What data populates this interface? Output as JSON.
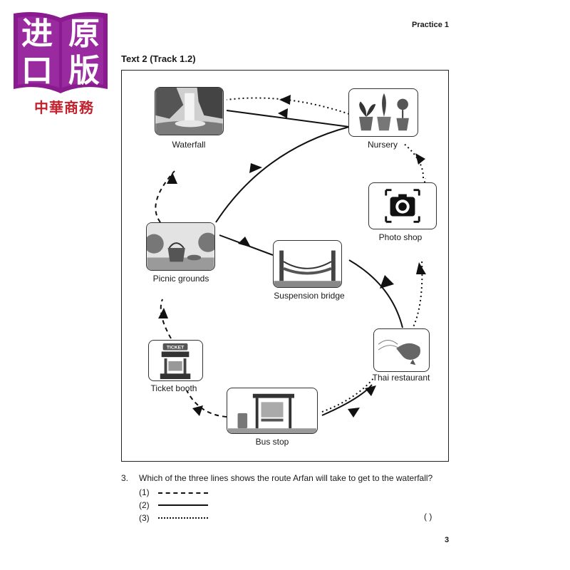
{
  "watermark": {
    "chars": [
      "进",
      "原",
      "口",
      "版"
    ],
    "subtitle": "中華商務"
  },
  "header": {
    "practice_label": "Practice 1",
    "section_title": "Text 2 (Track 1.2)"
  },
  "map": {
    "places": {
      "waterfall": "Waterfall",
      "nursery": "Nursery",
      "photo_shop": "Photo shop",
      "picnic_grounds": "Picnic grounds",
      "suspension_bridge": "Suspension bridge",
      "thai_restaurant": "Thai restaurant",
      "ticket_booth": "Ticket booth",
      "bus_stop": "Bus stop"
    },
    "ticket_sign": "TICKET"
  },
  "question": {
    "number": "3.",
    "text": "Which of the three lines shows the route Arfan will take to get to the waterfall?",
    "options": [
      {
        "label": "(1)",
        "style": "dashed"
      },
      {
        "label": "(2)",
        "style": "solid"
      },
      {
        "label": "(3)",
        "style": "dotted"
      }
    ],
    "answer_bracket": "(      )"
  },
  "footer": {
    "page_number": "3"
  },
  "colors": {
    "watermark_purple": "#8a1b8e",
    "watermark_red": "#c2212d",
    "ink": "#1a1a1a"
  }
}
